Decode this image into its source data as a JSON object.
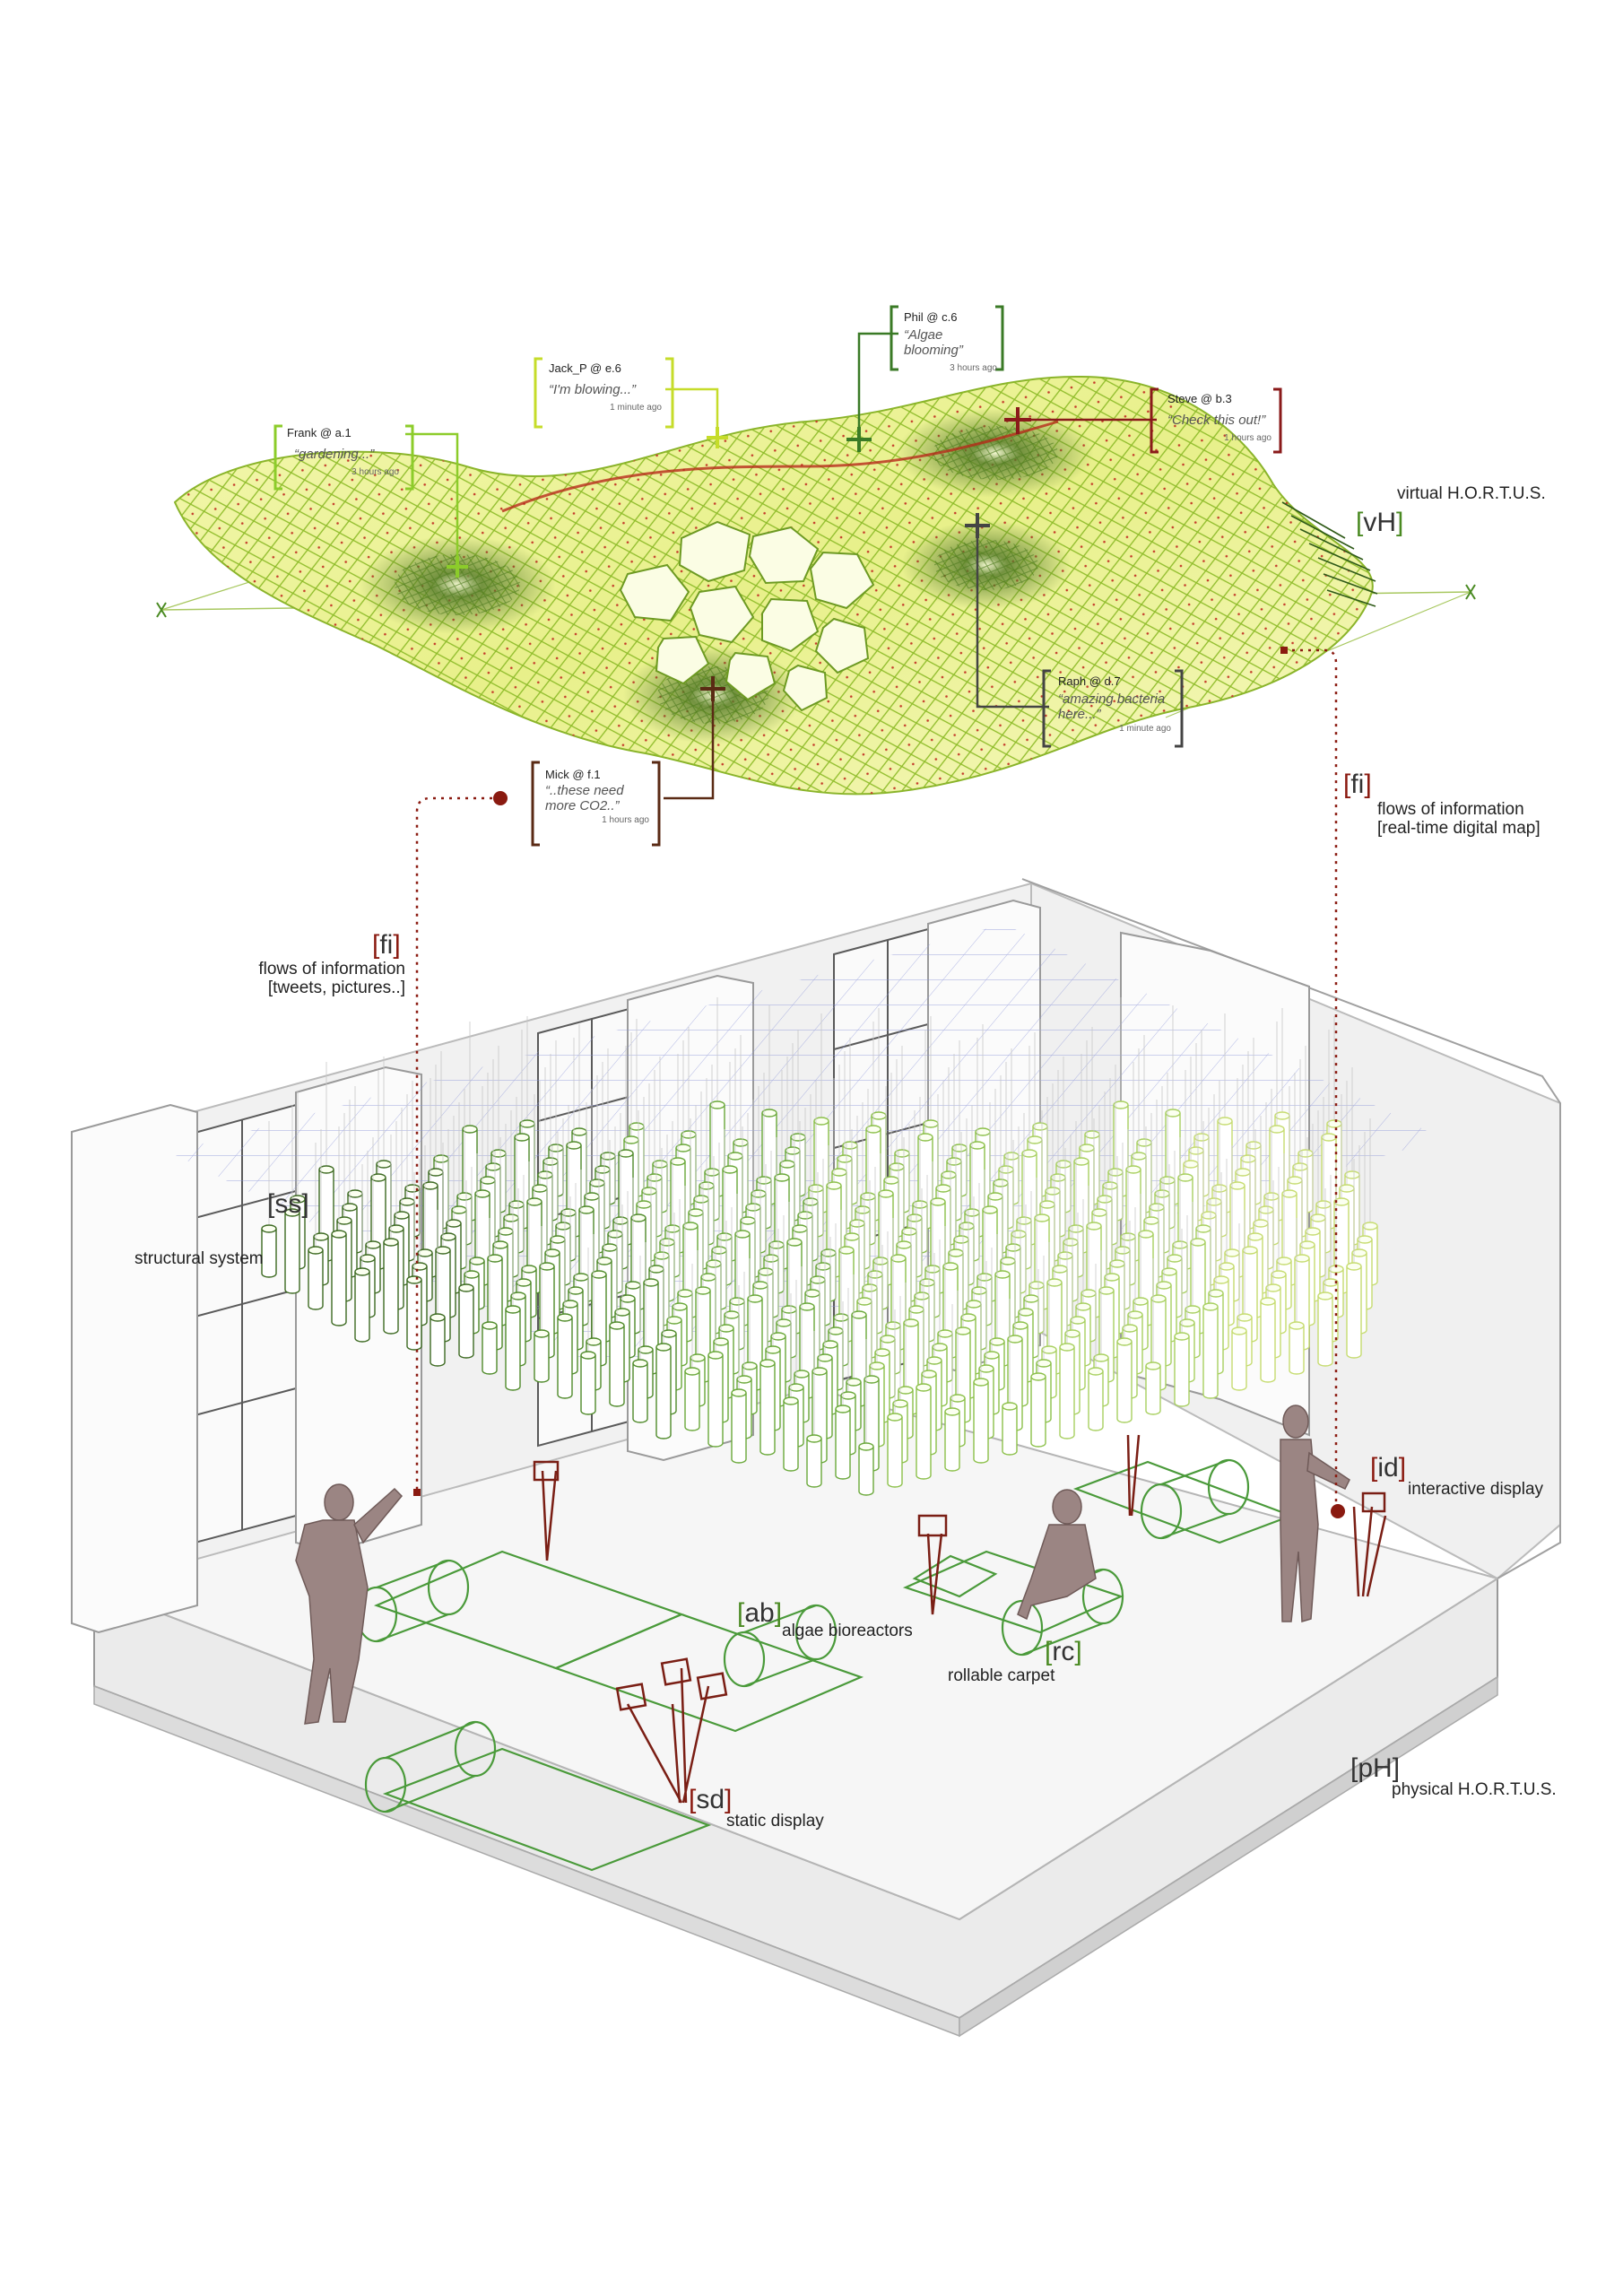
{
  "virtual": {
    "code_open": "[",
    "code": "vH",
    "code_close": "]",
    "label": "virtual H.O.R.T.U.S."
  },
  "physical": {
    "code_open": "[",
    "code": "pH",
    "code_close": "]",
    "label": "physical H.O.R.T.U.S."
  },
  "flows_right": {
    "code": "fi",
    "line1": "flows of information",
    "line2": "[real-time digital map]"
  },
  "flows_left": {
    "code": "fi",
    "line1": "flows of information",
    "line2": "[tweets, pictures..]"
  },
  "structural": {
    "code": "ss",
    "label": "structural system"
  },
  "interactive": {
    "code": "id",
    "label": "interactive display"
  },
  "algae": {
    "code": "ab",
    "label": "algae bioreactors"
  },
  "carpet": {
    "code": "rc",
    "label": "rollable carpet"
  },
  "static": {
    "code": "sd",
    "label": "static display"
  },
  "callouts": [
    {
      "user": "Frank @ a.1",
      "msg": "“gardening...”",
      "time": "3 hours ago",
      "color": "#8ccc2a"
    },
    {
      "user": "Jack_P @ e.6",
      "msg": "“I'm blowing...”",
      "time": "1 minute ago",
      "color": "#c6dc2a"
    },
    {
      "user": "Phil @ c.6",
      "msg": "“Algae blooming”",
      "time": "3 hours ago",
      "color": "#3a7a26"
    },
    {
      "user": "Steve @ b.3",
      "msg": "“Check this out!”",
      "time": "1 hours ago",
      "color": "#8a1a1a"
    },
    {
      "user": "Raph @ d.7",
      "msg_l1": "“amazing bacteria",
      "msg_l2": "here...”",
      "time": "1 minute ago",
      "color": "#444444"
    },
    {
      "user": "Mick @ f.1",
      "msg_l1": "“..these need",
      "msg_l2": "more CO2..”",
      "time": "1 hours ago",
      "color": "#5a2a14"
    }
  ],
  "colors": {
    "green": "#5aa02a",
    "lime": "#cfe000",
    "red": "#7a1a12",
    "grey": "#333333"
  }
}
